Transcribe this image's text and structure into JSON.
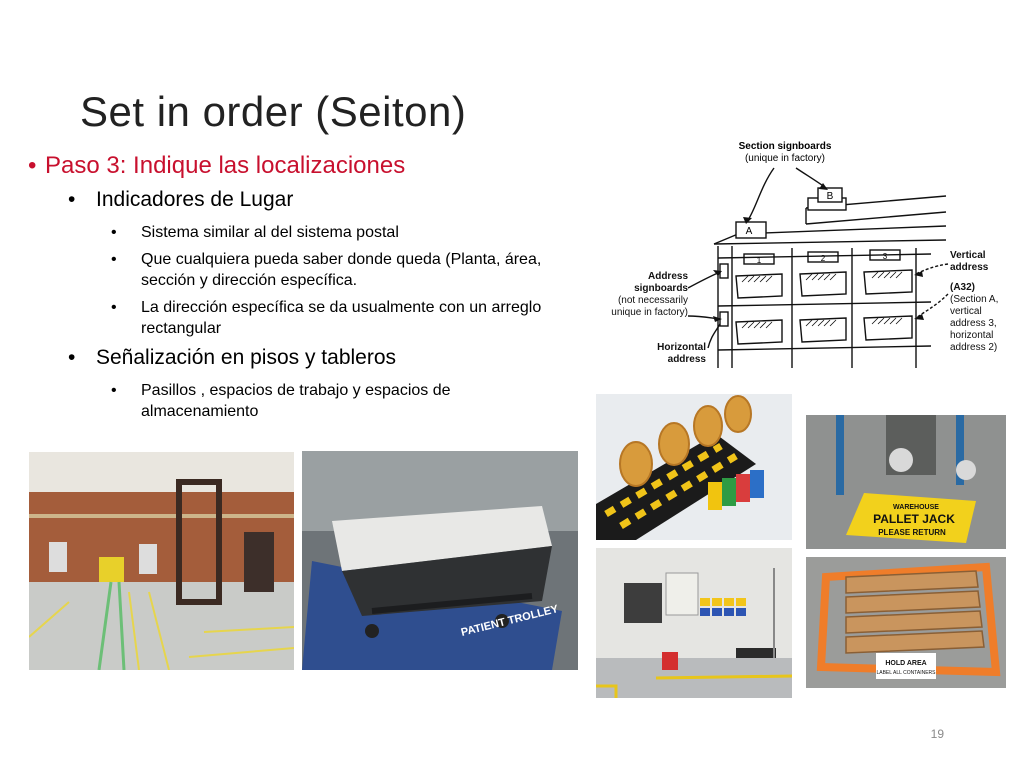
{
  "slide": {
    "title": "Set in order (Seiton)",
    "page_number": "19",
    "bullets": {
      "level1": "Paso 3: Indique las localizaciones",
      "sub1": {
        "label": "Indicadores de Lugar",
        "items": [
          "Sistema similar al del sistema postal",
          "Que cualquiera pueda saber donde queda (Planta, área, sección y dirección específica.",
          "La dirección específica se da usualmente con un arreglo rectangular"
        ]
      },
      "sub2": {
        "label": "Señalización en pisos y tableros",
        "items": [
          "Pasillos , espacios de trabajo y espacios de almacenamiento"
        ]
      }
    }
  },
  "diagram": {
    "section_signboards": "Section signboards",
    "section_signboards_note": "(unique in factory)",
    "address_signboards": "Address signboards",
    "address_signboards_note": "(not necessarily unique in factory)",
    "horizontal_address": "Horizontal address",
    "vertical_address": "Vertical address",
    "a32": "(A32)",
    "a32_note": "(Section A, vertical address 3, horizontal address 2)",
    "sign_a": "A",
    "sign_b": "B",
    "col1": "1",
    "col2": "2",
    "col3": "3"
  },
  "photos": {
    "pallet_jack_sign_line1": "WAREHOUSE",
    "pallet_jack_sign_line2": "PALLET JACK",
    "pallet_jack_sign_line3": "PLEASE RETURN",
    "patient_trolley_label": "PATIENT TROLLEY",
    "hold_area_label": "HOLD AREA",
    "hold_area_sub": "LABEL ALL CONTAINERS"
  }
}
